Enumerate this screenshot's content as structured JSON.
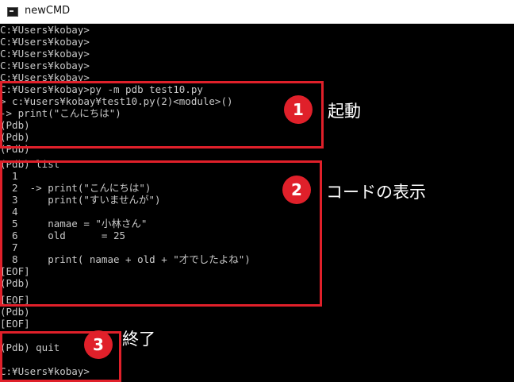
{
  "window": {
    "title": "newCMD",
    "icon": "cmd-icon"
  },
  "console": {
    "lines": [
      "C:¥Users¥kobay>",
      "C:¥Users¥kobay>",
      "C:¥Users¥kobay>",
      "C:¥Users¥kobay>",
      "C:¥Users¥kobay>",
      "C:¥Users¥kobay>py -m pdb test10.py",
      "> c:¥users¥kobay¥test10.py(2)<module>()",
      "-> print(\"こんにちは\")",
      "(Pdb)",
      "(Pdb)",
      "(Pdb)",
      "(Pdb) list",
      "  1",
      "  2  -> print(\"こんにちは\")",
      "  3     print(\"すいませんが\")",
      "  4",
      "  5     namae = \"小林さん\"",
      "  6     old      = 25",
      "  7",
      "  8     print( namae + old + \"才でしたよね\")",
      "[EOF]",
      "(Pdb)",
      "[EOF]",
      "(Pdb)",
      "[EOF]",
      "(Pdb) quit",
      "",
      "C:¥Users¥kobay>"
    ]
  },
  "annotations": [
    {
      "number": "1",
      "label": "起動"
    },
    {
      "number": "2",
      "label": "コードの表示"
    },
    {
      "number": "3",
      "label": "終了"
    }
  ],
  "colors": {
    "callout": "#e0202a",
    "console_bg": "#000000",
    "console_text": "#c8c8c8"
  }
}
